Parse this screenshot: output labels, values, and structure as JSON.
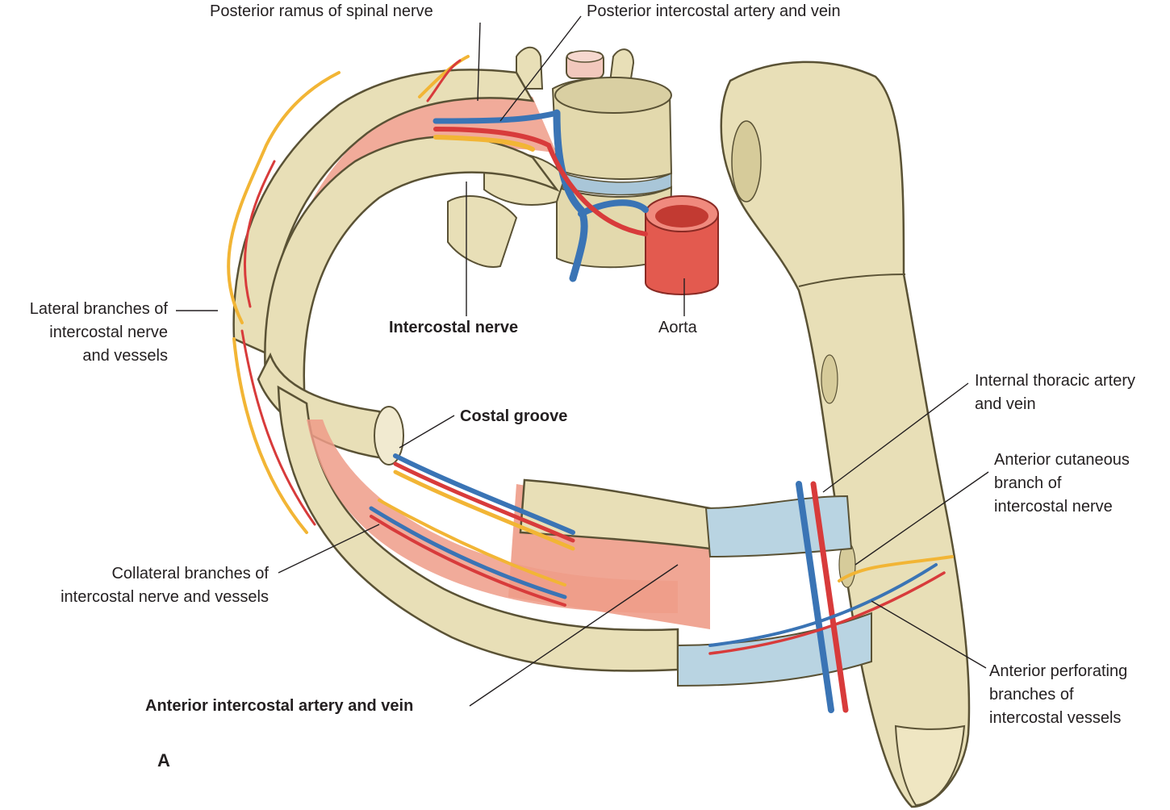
{
  "panel_letter": "A",
  "labels": {
    "posterior_ramus": "Posterior ramus of spinal nerve",
    "posterior_intercostal": "Posterior intercostal artery and vein",
    "lateral_branches": [
      "Lateral branches of",
      "intercostal nerve",
      "and vessels"
    ],
    "intercostal_nerve": "Intercostal nerve",
    "aorta": "Aorta",
    "internal_thoracic": [
      "Internal thoracic artery",
      "and vein"
    ],
    "costal_groove": "Costal groove",
    "anterior_cutaneous": [
      "Anterior cutaneous",
      "branch of",
      "intercostal nerve"
    ],
    "collateral_branches": [
      "Collateral branches of",
      "intercostal nerve and vessels"
    ],
    "anterior_intercostal": "Anterior intercostal artery and vein",
    "anterior_perforating": [
      "Anterior perforating",
      "branches of",
      "intercostal vessels"
    ]
  },
  "colors": {
    "bone": "#e8dfb7",
    "bone_outline": "#5a5235",
    "cartilage": "#b9d4e2",
    "muscle": "#ee9c88",
    "artery": "#d83b3b",
    "vein": "#3a74b5",
    "nerve": "#f2b535"
  }
}
